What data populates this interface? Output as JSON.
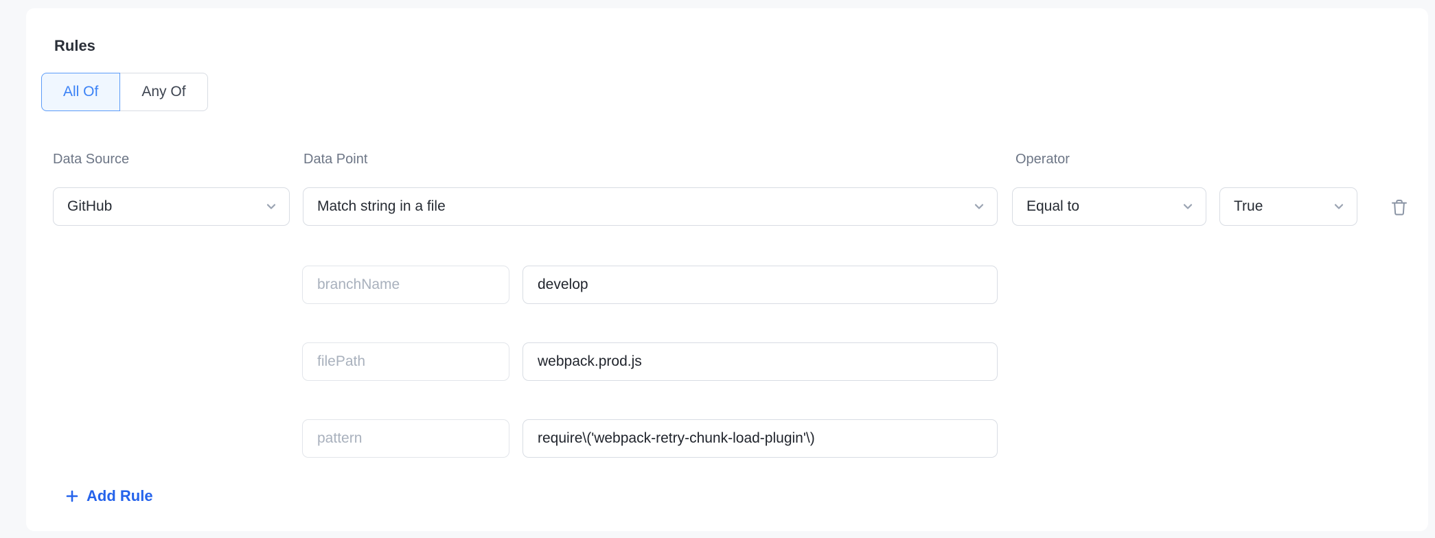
{
  "rules": {
    "heading": "Rules",
    "match_mode": {
      "options": [
        {
          "label": "All Of",
          "selected": true
        },
        {
          "label": "Any Of",
          "selected": false
        }
      ]
    },
    "labels": {
      "data_source": "Data Source",
      "data_point": "Data Point",
      "operator": "Operator"
    },
    "rule": {
      "data_source": "GitHub",
      "data_point": "Match string in a file",
      "operator": "Equal to",
      "value": "True",
      "params": [
        {
          "key": "branchName",
          "value": "develop"
        },
        {
          "key": "filePath",
          "value": "webpack.prod.js"
        },
        {
          "key": "pattern",
          "value": "require\\('webpack-retry-chunk-load-plugin'\\)"
        }
      ]
    },
    "add_rule": {
      "label": "Add Rule"
    }
  },
  "icons": {
    "chevron": "chevron-down-icon",
    "delete": "trash-icon",
    "add": "plus-icon"
  },
  "colors": {
    "page_bg": "#f7f8fa",
    "card_bg": "#ffffff",
    "accent_blue": "#3b82f6",
    "selected_bg": "#f0f7ff",
    "selected_border": "#5b9bf8",
    "link_blue": "#2563eb",
    "border": "#d8dce3",
    "label_gray": "#6d7686",
    "placeholder_gray": "#a9b1bd"
  }
}
